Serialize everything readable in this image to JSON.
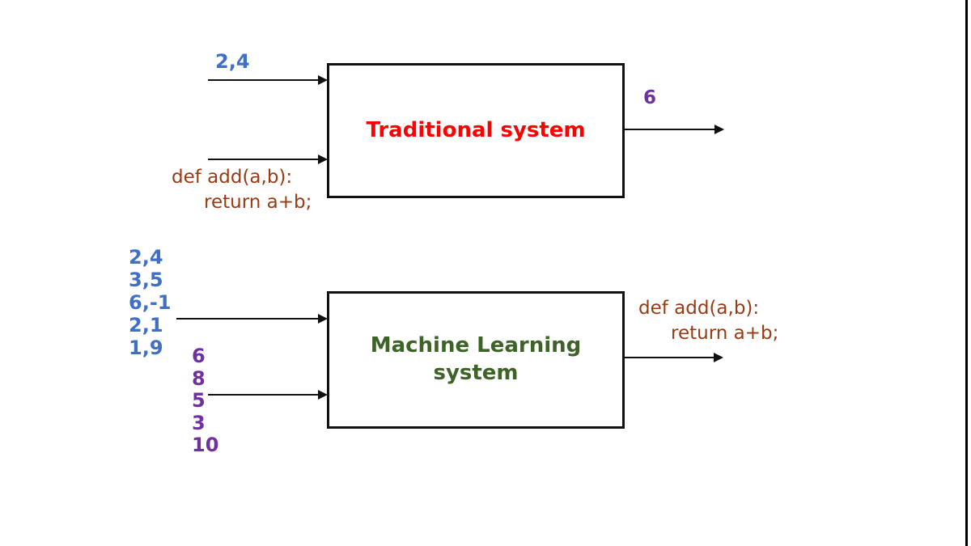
{
  "colors": {
    "input_blue": "#3F6FC6",
    "output_purple": "#7030A0",
    "traditional_red": "#FF0000",
    "ml_green": "#3D6326",
    "code_brown": "#983B14",
    "line_black": "#111111",
    "background": "#FFFFFF"
  },
  "traditional": {
    "title": "Traditional system",
    "data_input": "2,4",
    "program_input": {
      "line1": "def add(a,b):",
      "line2": "return a+b;"
    },
    "output": "6"
  },
  "ml": {
    "title": "Machine Learning system",
    "data_inputs": [
      "2,4",
      "3,5",
      "6,-1",
      "2,1",
      "1,9"
    ],
    "answer_inputs": [
      "6",
      "8",
      "5",
      "3",
      "10"
    ],
    "program_output": {
      "line1": "def add(a,b):",
      "line2": "return a+b;"
    }
  }
}
